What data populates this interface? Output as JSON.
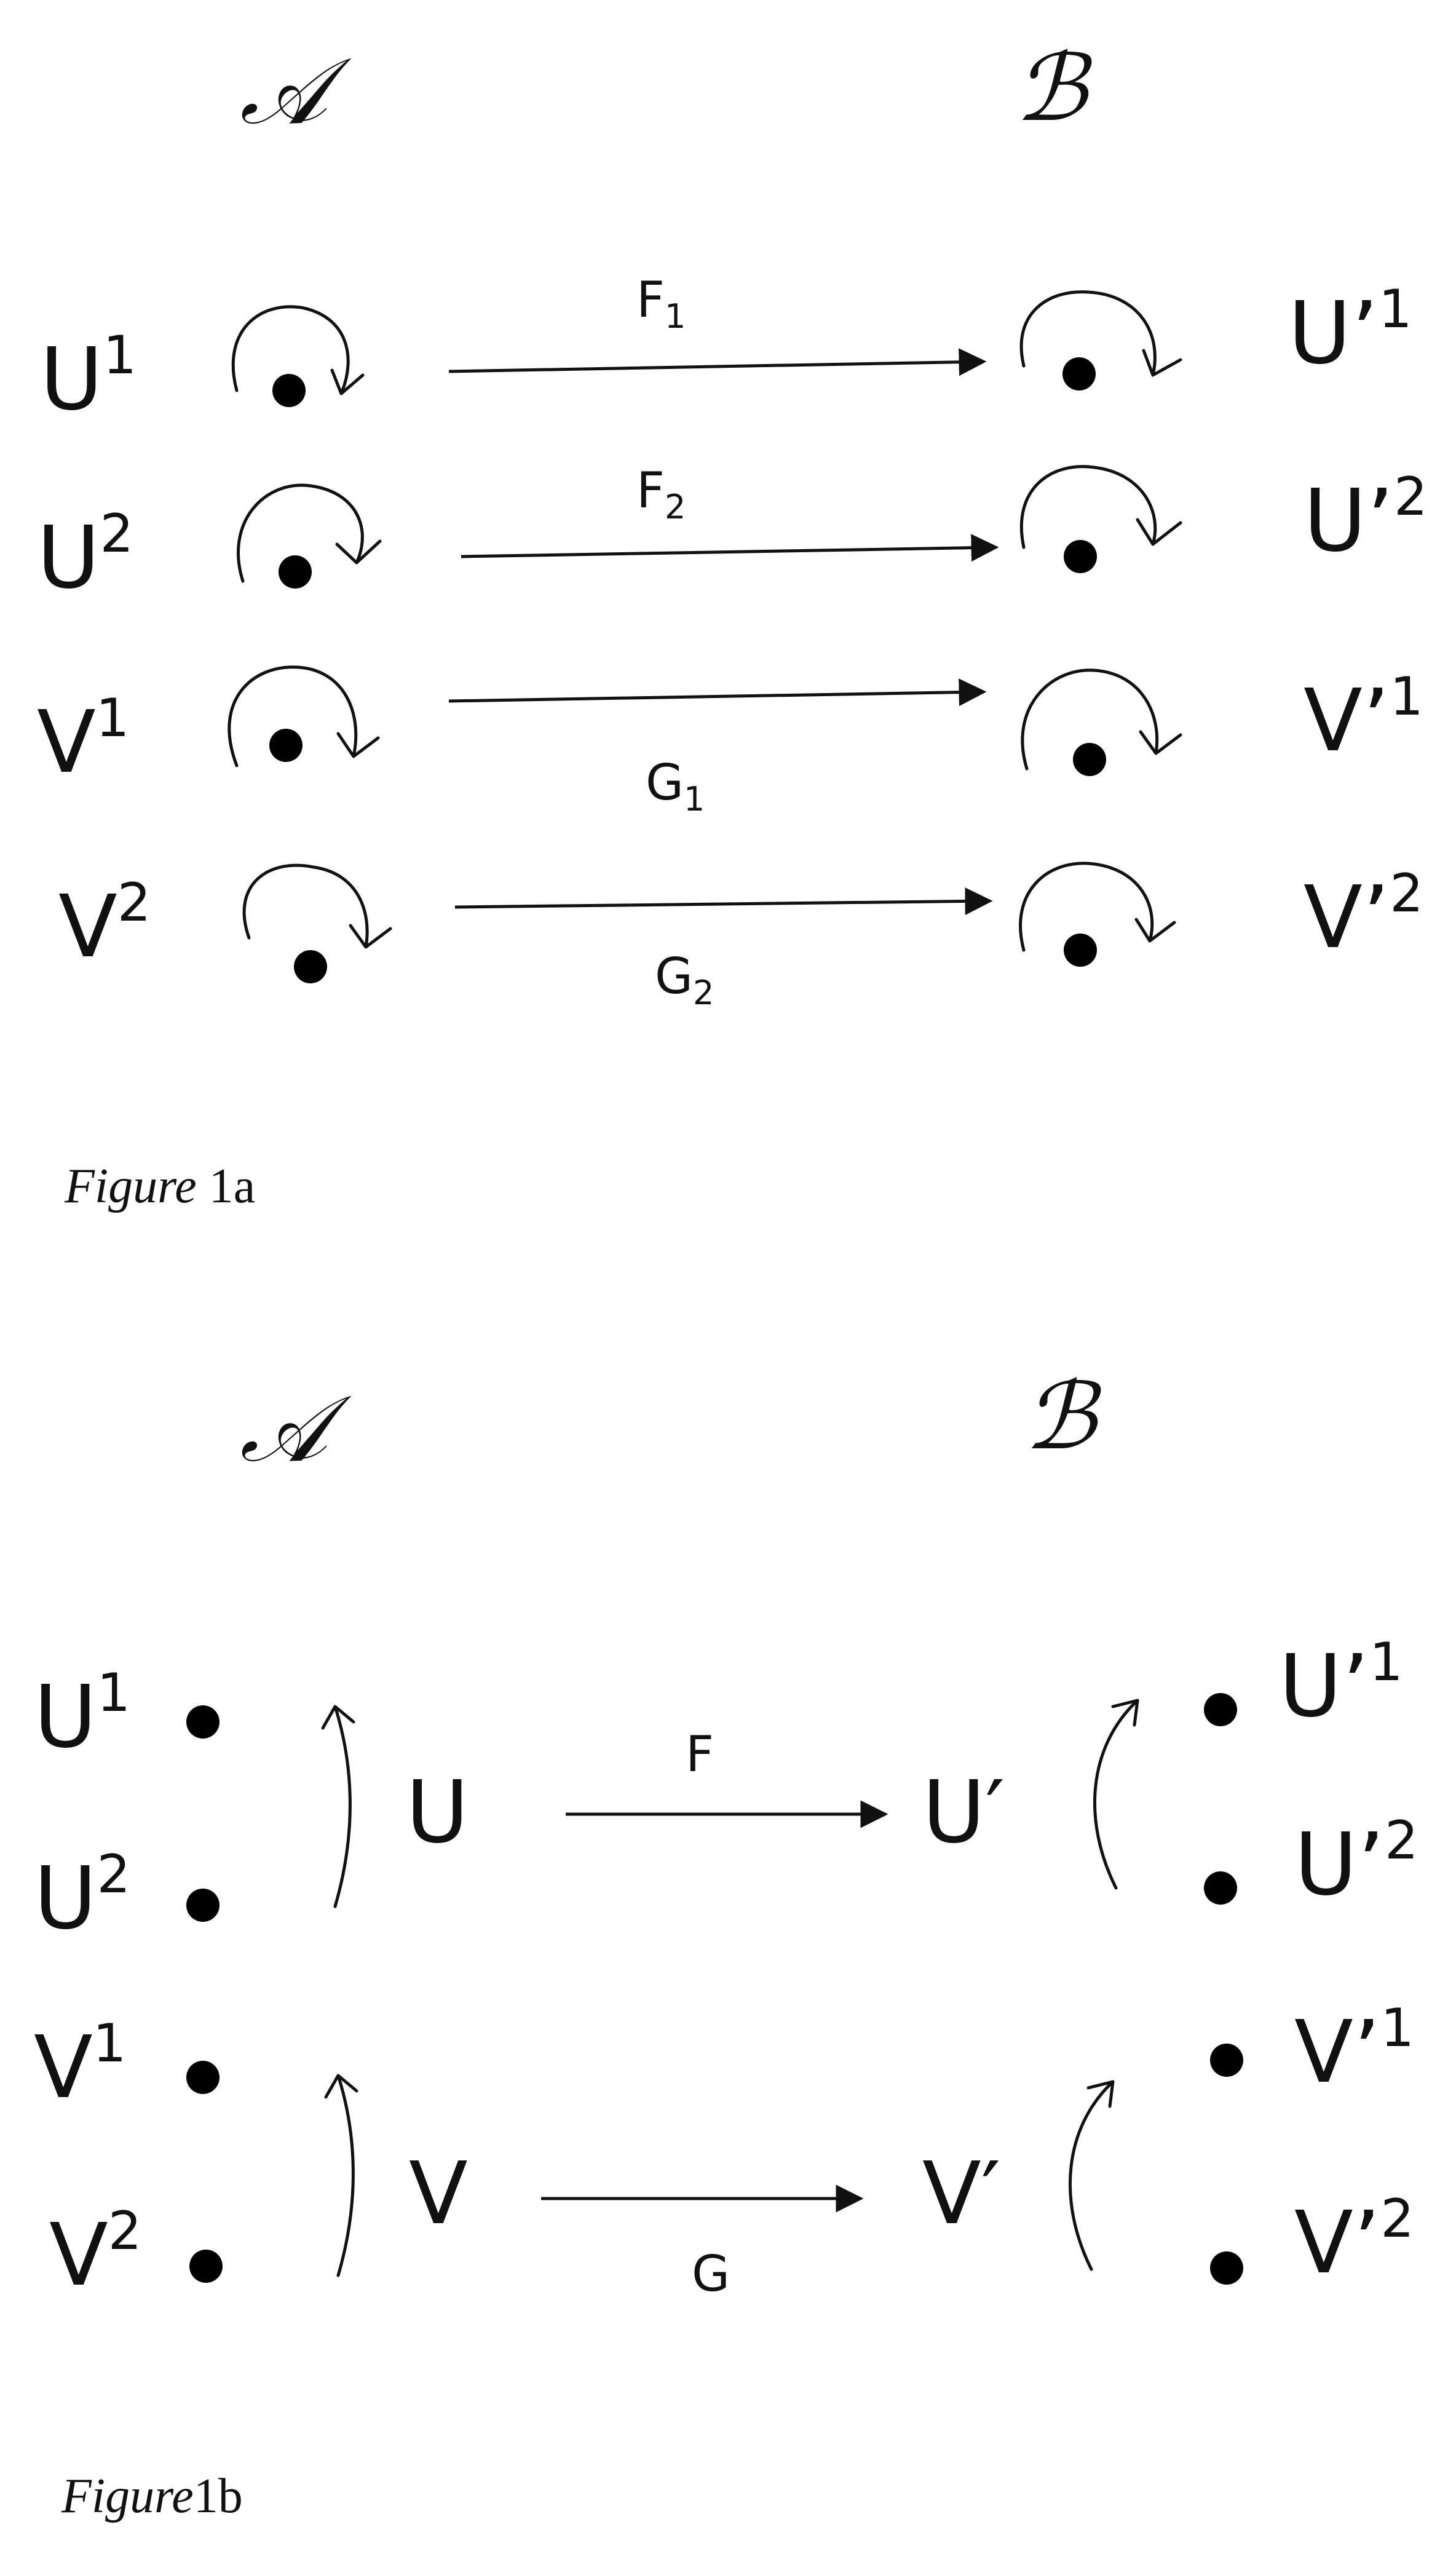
{
  "figure_a": {
    "category_a": "𝒜",
    "category_b": "ℬ",
    "left_objects": [
      {
        "base": "U",
        "sup": "1"
      },
      {
        "base": "U",
        "sup": "2"
      },
      {
        "base": "V",
        "sup": "1"
      },
      {
        "base": "V",
        "sup": "2"
      }
    ],
    "right_objects": [
      {
        "base": "U’",
        "sup": "1"
      },
      {
        "base": "U’",
        "sup": "2"
      },
      {
        "base": "V’",
        "sup": "1"
      },
      {
        "base": "V’",
        "sup": "2"
      }
    ],
    "functors": [
      {
        "base": "F",
        "sub": "1"
      },
      {
        "base": "F",
        "sub": "2"
      },
      {
        "base": "G",
        "sub": "1"
      },
      {
        "base": "G",
        "sub": "2"
      }
    ],
    "caption": {
      "italic": "Figure",
      "rest": " 1a"
    }
  },
  "figure_b": {
    "category_a": "𝒜",
    "category_b": "ℬ",
    "left_objects": [
      {
        "base": "U",
        "sup": "1"
      },
      {
        "base": "U",
        "sup": "2"
      },
      {
        "base": "V",
        "sup": "1"
      },
      {
        "base": "V",
        "sup": "2"
      }
    ],
    "right_objects": [
      {
        "base": "U’",
        "sup": "1"
      },
      {
        "base": "U’",
        "sup": "2"
      },
      {
        "base": "V’",
        "sup": "1"
      },
      {
        "base": "V’",
        "sup": "2"
      }
    ],
    "groups": {
      "left_u": "U",
      "left_v": "V",
      "right_u": "U′",
      "right_v": "V′"
    },
    "functors": {
      "top": "F",
      "bottom": "G"
    },
    "caption": {
      "italic": "Figure",
      "rest": "1b"
    }
  }
}
